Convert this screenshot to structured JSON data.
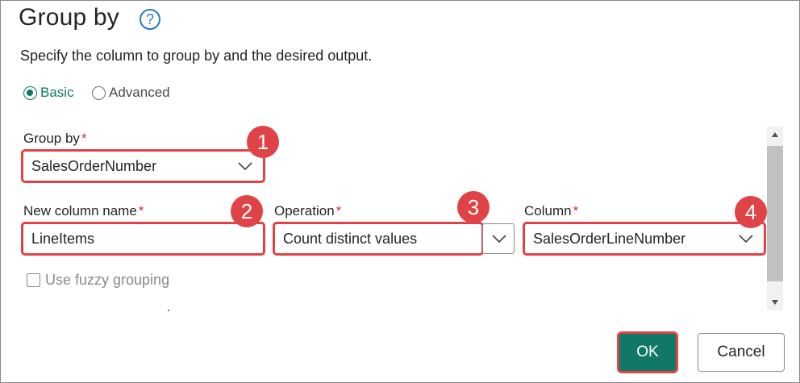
{
  "dialog": {
    "title": "Group by",
    "subtitle": "Specify the column to group by and the desired output.",
    "help_icon": "question-circle-icon"
  },
  "mode": {
    "options": [
      {
        "label": "Basic",
        "selected": true
      },
      {
        "label": "Advanced",
        "selected": false
      }
    ],
    "accent_color": "#117865"
  },
  "group_by": {
    "label": "Group by",
    "required_mark": "*",
    "value": "SalesOrderNumber",
    "badge": "1"
  },
  "new_column": {
    "label": "New column name",
    "required_mark": "*",
    "value": "LineItems",
    "badge": "2"
  },
  "operation": {
    "label": "Operation",
    "required_mark": "*",
    "value": "Count distinct values",
    "badge": "3"
  },
  "column": {
    "label": "Column",
    "required_mark": "*",
    "value": "SalesOrderLineNumber",
    "badge": "4"
  },
  "fuzzy": {
    "label": "Use fuzzy grouping",
    "checked": false
  },
  "buttons": {
    "ok": "OK",
    "cancel": "Cancel"
  },
  "colors": {
    "highlight": "#e04347",
    "primary": "#117865",
    "required": "#c4314b"
  }
}
